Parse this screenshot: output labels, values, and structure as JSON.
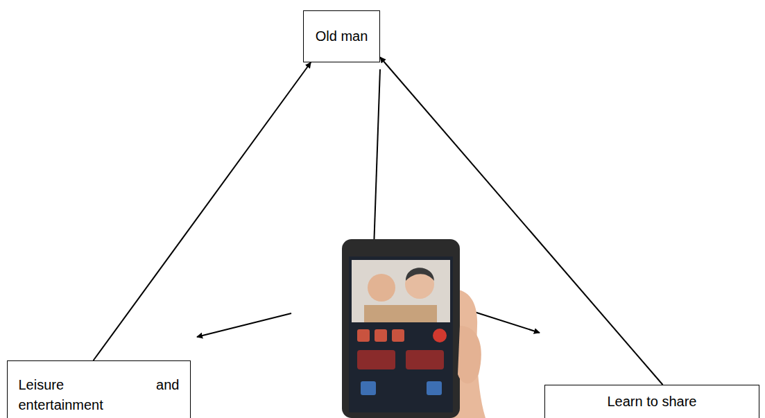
{
  "diagram": {
    "nodes": [
      {
        "text": [
          "Old man"
        ]
      },
      {
        "text": [
          "Leisure and entertainment"
        ]
      },
      {
        "text": [
          "Learn to share"
        ]
      }
    ],
    "edges": [
      {
        "from": 1,
        "to": 0,
        "arrow": "to"
      },
      {
        "from": 2,
        "to": 0,
        "arrow": "to"
      }
    ]
  }
}
